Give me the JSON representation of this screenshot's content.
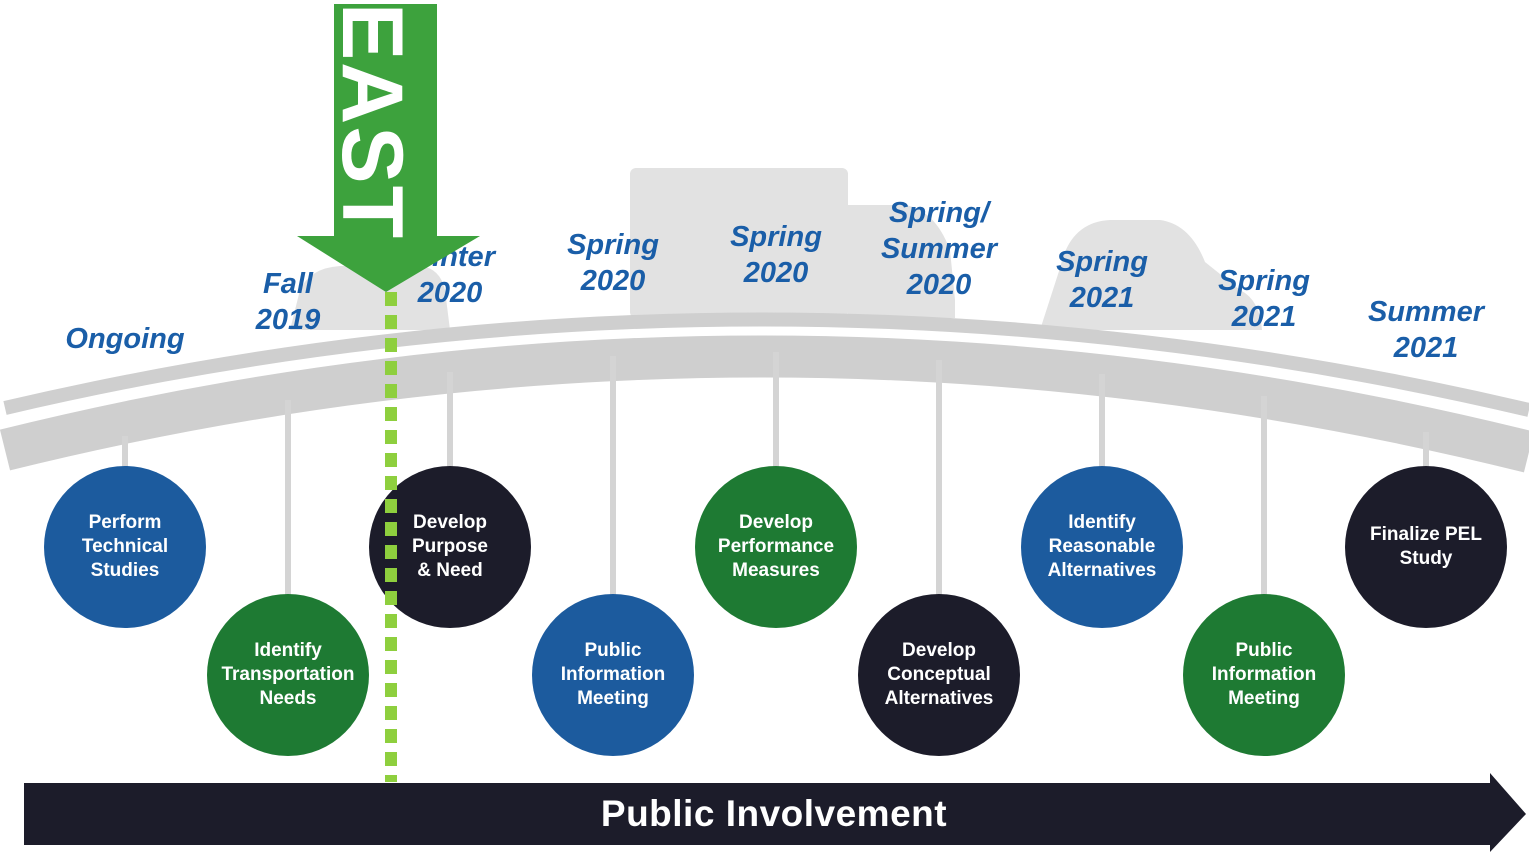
{
  "banner": {
    "label": "EAST"
  },
  "footer": {
    "label": "Public Involvement"
  },
  "colors": {
    "blue": "#1c5b9e",
    "green": "#1e7a33",
    "black": "#1c1c2a",
    "date_text": "#1a5ea8",
    "arrow_green": "#3da23d",
    "marker_green": "#8ecf3e",
    "bridge_gray": "#cfcfcf"
  },
  "milestones": [
    {
      "date": "Ongoing",
      "task": "Perform\nTechnical\nStudies",
      "color": "blue"
    },
    {
      "date": "Fall\n2019",
      "task": "Identify\nTransportation\nNeeds",
      "color": "green"
    },
    {
      "date": "Winter\n2020",
      "task": "Develop\nPurpose\n& Need",
      "color": "black"
    },
    {
      "date": "Spring\n2020",
      "task": "Public\nInformation\nMeeting",
      "color": "blue"
    },
    {
      "date": "Spring\n2020",
      "task": "Develop\nPerformance\nMeasures",
      "color": "green"
    },
    {
      "date": "Spring/\nSummer\n2020",
      "task": "Develop\nConceptual\nAlternatives",
      "color": "black"
    },
    {
      "date": "Spring\n2021",
      "task": "Identify\nReasonable\nAlternatives",
      "color": "blue"
    },
    {
      "date": "Spring\n2021",
      "task": "Public\nInformation\nMeeting",
      "color": "green"
    },
    {
      "date": "Summer\n2021",
      "task": "Finalize PEL\nStudy",
      "color": "black"
    }
  ]
}
